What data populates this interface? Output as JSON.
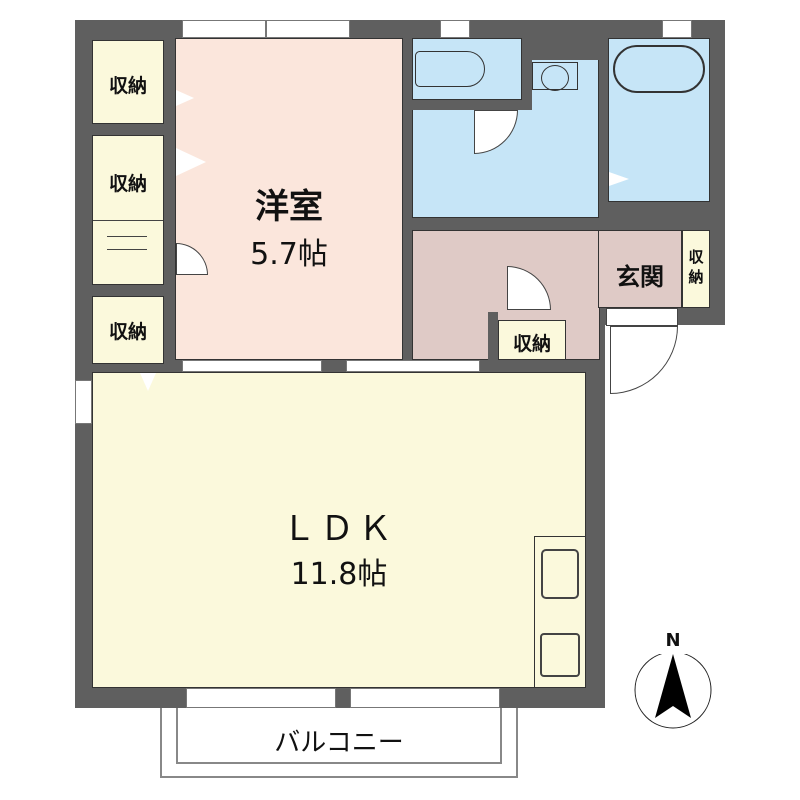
{
  "floorplan": {
    "colors": {
      "wall": "#5f5f5f",
      "western_room": "#fbe6dc",
      "wet_area": "#c6e5f7",
      "hall": "#dfcac6",
      "ldk": "#fbf9dc",
      "storage": "#fbf9dc"
    },
    "rooms": {
      "western": {
        "name": "洋室",
        "size": "5.7帖"
      },
      "ldk": {
        "name": "ＬＤＫ",
        "size": "11.8帖"
      },
      "entrance": {
        "name": "玄関"
      },
      "storage_1": {
        "name": "収納"
      },
      "storage_2": {
        "name": "収納"
      },
      "storage_3": {
        "name": "収納"
      },
      "storage_hall": {
        "name": "収納"
      },
      "storage_entrance": {
        "name": "収\n納"
      },
      "balcony": {
        "name": "バルコニー"
      }
    },
    "compass": {
      "label": "N"
    }
  }
}
